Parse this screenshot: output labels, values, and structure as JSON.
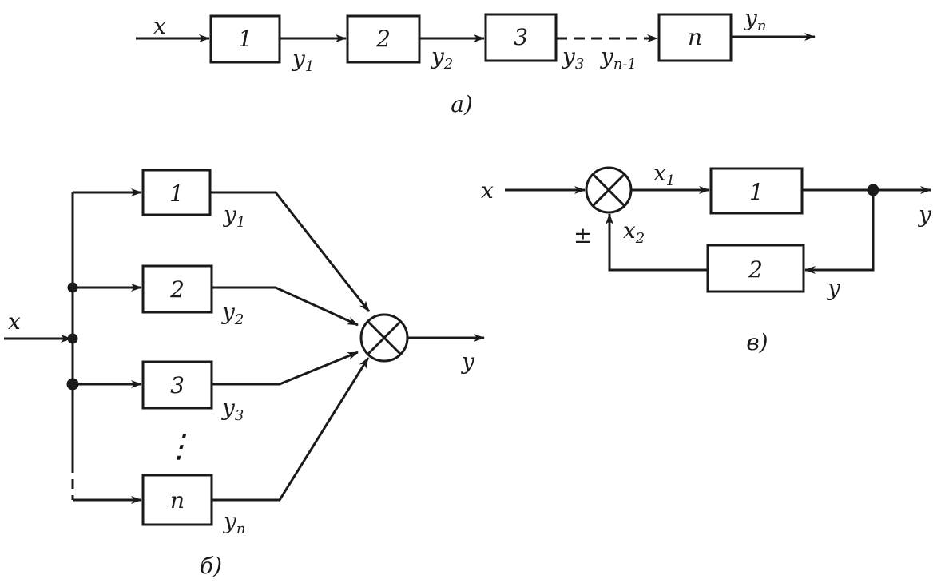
{
  "colors": {
    "ink": "#1a1a1a",
    "background": "#ffffff"
  },
  "diagram_a": {
    "caption": "а)",
    "input": "x",
    "output": {
      "base": "y",
      "sub": "n"
    },
    "blocks": [
      "1",
      "2",
      "3",
      "n"
    ],
    "signals": [
      {
        "base": "y",
        "sub": "1"
      },
      {
        "base": "y",
        "sub": "2"
      },
      {
        "base": "y",
        "sub": "3"
      },
      {
        "base": "y",
        "sub": "n-1"
      }
    ]
  },
  "diagram_b": {
    "caption": "б)",
    "input": "x",
    "output": "y",
    "blocks": [
      "1",
      "2",
      "3",
      "n"
    ],
    "signals": [
      {
        "base": "y",
        "sub": "1"
      },
      {
        "base": "y",
        "sub": "2"
      },
      {
        "base": "y",
        "sub": "3"
      },
      {
        "base": "y",
        "sub": "n"
      }
    ],
    "ellipsis": "⋮"
  },
  "diagram_c": {
    "caption": "в)",
    "input": "x",
    "output": "y",
    "feedback_signal": "y",
    "sign": "±",
    "blocks": [
      "1",
      "2"
    ],
    "signals": [
      {
        "base": "x",
        "sub": "1"
      },
      {
        "base": "x",
        "sub": "2"
      }
    ]
  }
}
